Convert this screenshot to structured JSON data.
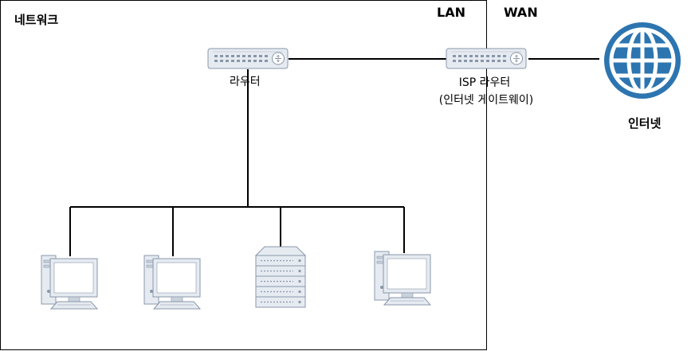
{
  "diagram": {
    "network_label": "네트워크",
    "lan_label": "LAN",
    "wan_label": "WAN",
    "router_label": "라우터",
    "isp_router_label": "ISP 라우터",
    "isp_router_sublabel": "(인터넷 게이트웨이)",
    "internet_label": "인터넷",
    "nodes": [
      {
        "id": "router",
        "type": "router-icon"
      },
      {
        "id": "isp-router",
        "type": "router-icon"
      },
      {
        "id": "internet",
        "type": "globe-icon"
      },
      {
        "id": "pc-1",
        "type": "desktop-pc-icon"
      },
      {
        "id": "pc-2",
        "type": "desktop-pc-icon"
      },
      {
        "id": "server",
        "type": "server-rack-icon"
      },
      {
        "id": "pc-3",
        "type": "desktop-pc-icon"
      }
    ],
    "colors": {
      "device_fill": "#e6ebf2",
      "device_stroke": "#8a97a8",
      "globe": "#2c75b0",
      "line": "#000000"
    }
  }
}
